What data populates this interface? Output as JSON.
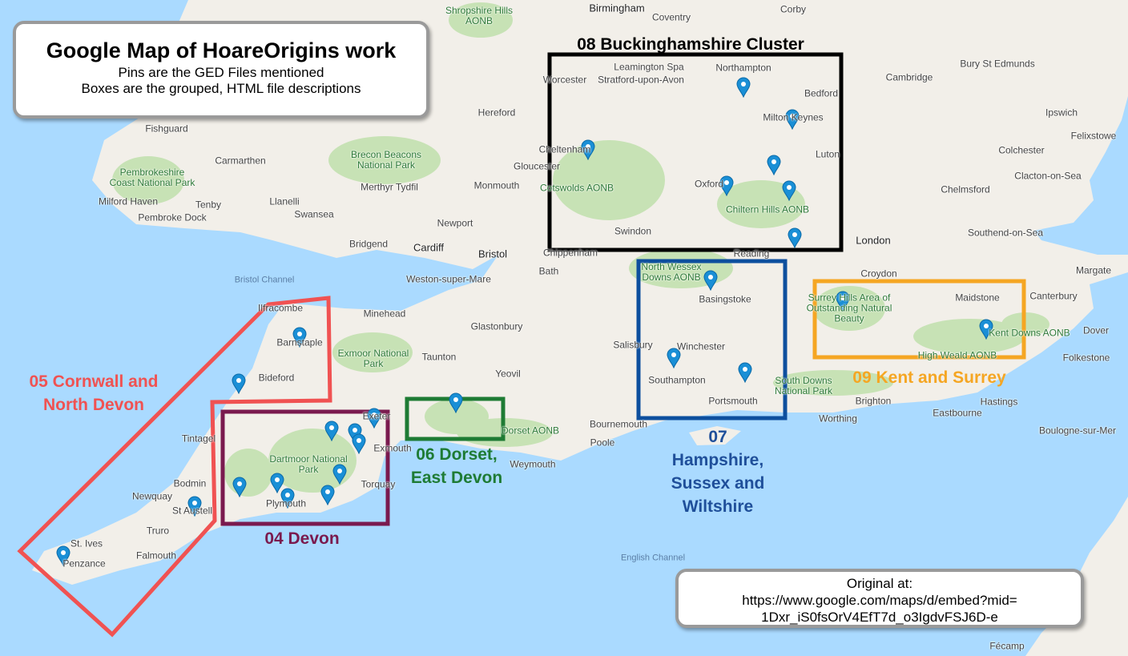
{
  "title_card": {
    "title": "Google Map of HoareOrigins work",
    "line1": "Pins are the GED Files mentioned",
    "line2": "Boxes are the grouped, HTML file descriptions"
  },
  "source_card": {
    "line1": "Original at:",
    "line2": "https://www.google.com/maps/d/embed?mid=",
    "line3": "1Dxr_iS0fsOrV4EfT7d_o3IgdvFSJ6D-e"
  },
  "regions": [
    {
      "id": "08",
      "label": "08 Buckinghamshire Cluster",
      "color": "#000000"
    },
    {
      "id": "07",
      "label_lines": [
        "07",
        "Hampshire,",
        "Sussex and",
        "Wiltshire"
      ],
      "color": "#0d4f9e"
    },
    {
      "id": "09",
      "label": "09 Kent and Surrey",
      "color": "#f5a623"
    },
    {
      "id": "06",
      "label_lines": [
        "06 Dorset,",
        "East Devon"
      ],
      "color": "#1e7b34"
    },
    {
      "id": "04",
      "label": "04 Devon",
      "color": "#7a1a4e"
    },
    {
      "id": "05",
      "label_lines": [
        "05 Cornwall and",
        "North Devon"
      ],
      "color": "#f05252"
    }
  ],
  "pin_color": "#1a8fd6",
  "pin_count": 26,
  "labels": [
    "Birmingham",
    "Coventry",
    "Corby",
    "Shropshire Hills AONB",
    "Leamington Spa",
    "Northampton",
    "Cambridge",
    "Bury St Edmunds",
    "Worcester",
    "Stratford-upon-Avon",
    "Bedford",
    "Hereford",
    "Milton Keynes",
    "Ipswich",
    "Fishguard",
    "Cheltenham",
    "Felixstowe",
    "Brecon Beacons National Park",
    "Carmarthen",
    "Gloucester",
    "Luton",
    "Colchester",
    "Pembrokeshire Coast National Park",
    "Merthyr Tydfil",
    "Monmouth",
    "Oxford",
    "Cotswolds AONB",
    "Chelmsford",
    "Clacton-on-Sea",
    "Llanelli",
    "Swansea",
    "Milford Haven",
    "Tenby",
    "Pembroke Dock",
    "Chiltern Hills AONB",
    "Newport",
    "Swindon",
    "Southend-on-Sea",
    "London",
    "Bridgend",
    "Cardiff",
    "Bristol",
    "Chippenham",
    "Reading",
    "North Wessex Downs AONB",
    "Croydon",
    "Margate",
    "Bristol Channel",
    "Weston-super-Mare",
    "Bath",
    "Basingstoke",
    "Maidstone",
    "Canterbury",
    "Surrey Hills Area of Outstanding Natural Beauty",
    "Ilfracombe",
    "Minehead",
    "Glastonbury",
    "Kent Downs AONB",
    "Dover",
    "Barnstaple",
    "Salisbury",
    "Winchester",
    "Exmoor National Park",
    "Taunton",
    "High Weald AONB",
    "Folkestone",
    "Bideford",
    "Yeovil",
    "Southampton",
    "South Downs National Park",
    "Brighton",
    "Hastings",
    "Portsmouth",
    "Exeter",
    "Bournemouth",
    "Eastbourne",
    "Worthing",
    "Tintagel",
    "Exmouth",
    "Dorset AONB",
    "Poole",
    "Boulogne-sur-Mer",
    "Weymouth",
    "Dartmoor National Park",
    "Bodmin",
    "Torquay",
    "Newquay",
    "St Austell",
    "Plymouth",
    "Truro",
    "St. Ives",
    "Falmouth",
    "Penzance",
    "English Channel",
    "Fécamp"
  ]
}
